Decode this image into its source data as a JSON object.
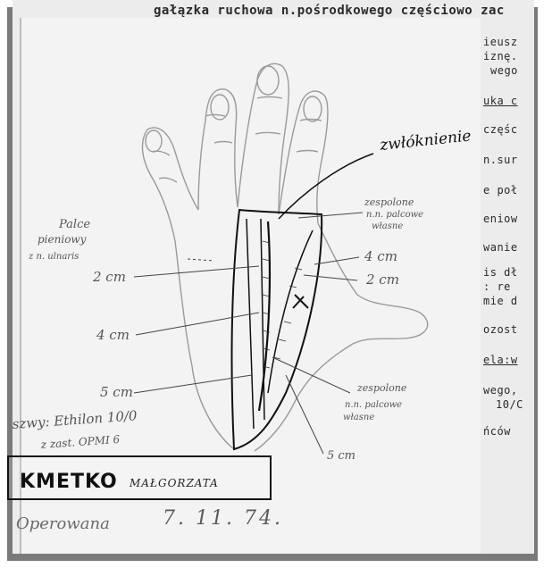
{
  "typed_document": {
    "heading_line": "gałązka ruchowa n.pośrodkowego częściowo zac",
    "right_margin_lines": [
      "ieusz",
      "iznę.",
      "wego",
      "uka c",
      "częśc",
      "n.sur",
      "e poł",
      "eniow",
      "wanie",
      "is dł",
      ": re",
      "mie d",
      "ozost",
      "ela:w",
      "wego,",
      "10/C",
      "ńców"
    ]
  },
  "drawing": {
    "label_top_right": "zwłóknienie",
    "label_fingers_left": [
      "Palce",
      "pieniowy",
      "z n. ulnaris"
    ],
    "label_zespolone_top": [
      "zespolone",
      "n.n. palcowe",
      "własne"
    ],
    "label_zespolone_bottom": [
      "zespolone",
      "n.n. palcowe",
      "własne"
    ],
    "measurement_2cm_left": "2 cm",
    "measurement_4cm_right": "4 cm",
    "measurement_2cm_right": "2 cm",
    "measurement_4cm_left": "4 cm",
    "measurement_5cm_left": "5 cm",
    "measurement_5cm_bottom": "5 cm",
    "sutures_line1": "szwy: Ethilon 10/0",
    "sutures_line2": "z zast. OPMI 6"
  },
  "patient": {
    "surname": "KMETKO",
    "first_name": "MAŁGORZATA"
  },
  "operation": {
    "label": "Operowana",
    "date": "7. 11. 74."
  }
}
